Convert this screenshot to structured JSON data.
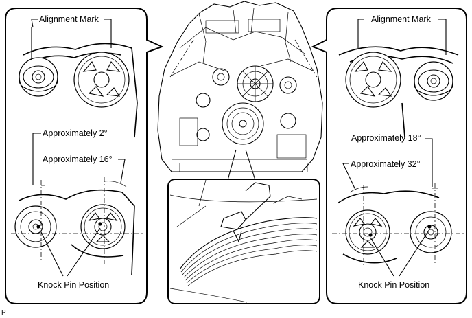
{
  "left_panel": {
    "alignment_label": "Alignment Mark",
    "angle_small_label": "Approximately 2°",
    "angle_large_label": "Approximately 16°",
    "knock_pin_label": "Knock Pin Position"
  },
  "right_panel": {
    "alignment_label": "Alignment Mark",
    "angle_small_label": "Approximately 18°",
    "angle_large_label": "Approximately 32°",
    "knock_pin_label": "Knock Pin Position"
  },
  "figure_code": "P"
}
